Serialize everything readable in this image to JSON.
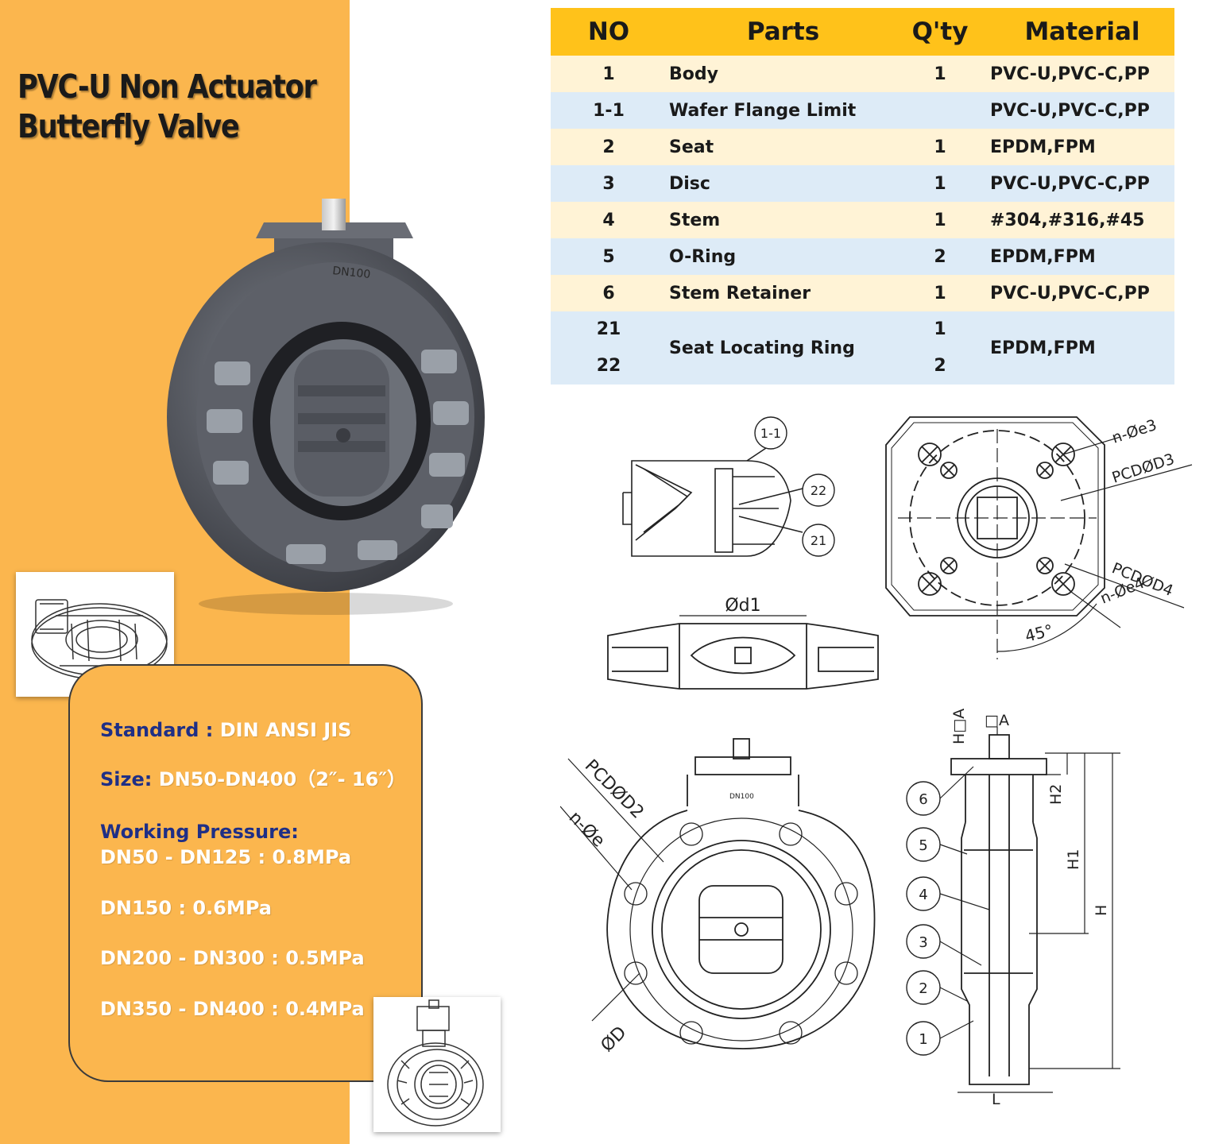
{
  "product": {
    "title_line1": "PVC-U Non Actuator",
    "title_line2": "Butterfly Valve",
    "body_marking": "DN100"
  },
  "specs": {
    "standard_label": "Standard : ",
    "standard_value": "DIN ANSI JIS",
    "size_label": "Size: ",
    "size_value": "DN50-DN400（2″- 16″）",
    "pressure_label": "Working Pressure:",
    "pressures": [
      "DN50 - DN125 : 0.8MPa",
      "DN150 : 0.6MPa",
      "DN200 - DN300 : 0.5MPa",
      "DN350 - DN400 : 0.4MPa"
    ]
  },
  "parts_table": {
    "headers": [
      "NO",
      "Parts",
      "Q'ty",
      "Material"
    ],
    "rows": [
      {
        "no": "1",
        "part": "Body",
        "qty": "1",
        "material": "PVC-U,PVC-C,PP"
      },
      {
        "no": "1-1",
        "part": "Wafer Flange Limit",
        "qty": "",
        "material": "PVC-U,PVC-C,PP"
      },
      {
        "no": "2",
        "part": "Seat",
        "qty": "1",
        "material": "EPDM,FPM"
      },
      {
        "no": "3",
        "part": "Disc",
        "qty": "1",
        "material": "PVC-U,PVC-C,PP"
      },
      {
        "no": "4",
        "part": "Stem",
        "qty": "1",
        "material": "#304,#316,#45"
      },
      {
        "no": "5",
        "part": "O-Ring",
        "qty": "2",
        "material": "EPDM,FPM"
      },
      {
        "no": "6",
        "part": "Stem Retainer",
        "qty": "1",
        "material": "PVC-U,PVC-C,PP"
      }
    ],
    "merged_row": {
      "no_a": "21",
      "no_b": "22",
      "part": "Seat Locating Ring",
      "qty_a": "1",
      "qty_b": "2",
      "material": "EPDM,FPM"
    }
  },
  "drawing_labels": {
    "detail_callouts": [
      "1-1",
      "22",
      "21"
    ],
    "top_view": [
      "n-Øe3",
      "PCDØD3",
      "PCDØD4",
      "n-Øe4",
      "45°"
    ],
    "section": [
      "Ød1"
    ],
    "front_view": [
      "PCDØD2",
      "n-Øe",
      "ØD",
      "DN100"
    ],
    "side_view": [
      "H□A",
      "□A",
      "H2",
      "H1",
      "H",
      "L"
    ],
    "side_callouts": [
      "6",
      "5",
      "4",
      "3",
      "2",
      "1"
    ]
  },
  "colors": {
    "panel_orange": "#fbb64e",
    "header_yellow": "#ffc21a",
    "row_cream": "#fff3d6",
    "row_blue": "#ddebf7",
    "spec_label_navy": "#1f2f86",
    "valve_gray": "#4f525a"
  }
}
